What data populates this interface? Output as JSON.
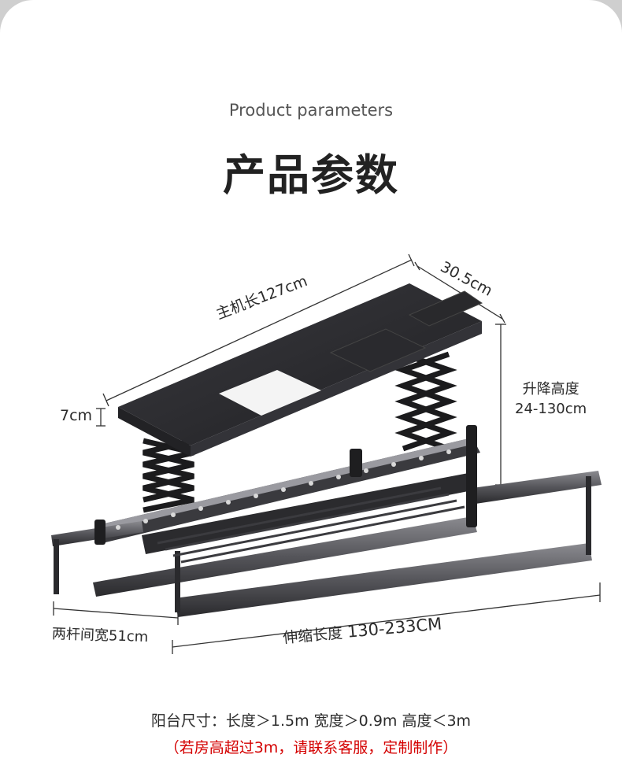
{
  "header": {
    "subtitle": "Product parameters",
    "title": "产品参数"
  },
  "dimensions": {
    "main_length": "主机长127cm",
    "depth": "30.5cm",
    "height": "7cm",
    "lift_label": "升降高度",
    "lift_range": "24-130cm",
    "bar_gap": "两杆间宽51cm",
    "extend_label": "伸缩长度",
    "extend_range": "130-233CM"
  },
  "footer": {
    "balcony_size": "阳台尺寸：长度＞1.5m  宽度＞0.9m  高度＜3m",
    "custom_note": "（若房高超过3m，请联系客服，定制制作）"
  },
  "colors": {
    "note_red": "#d40000",
    "text_dark": "#2b2b2b",
    "product_dark": "#2f2f33"
  }
}
